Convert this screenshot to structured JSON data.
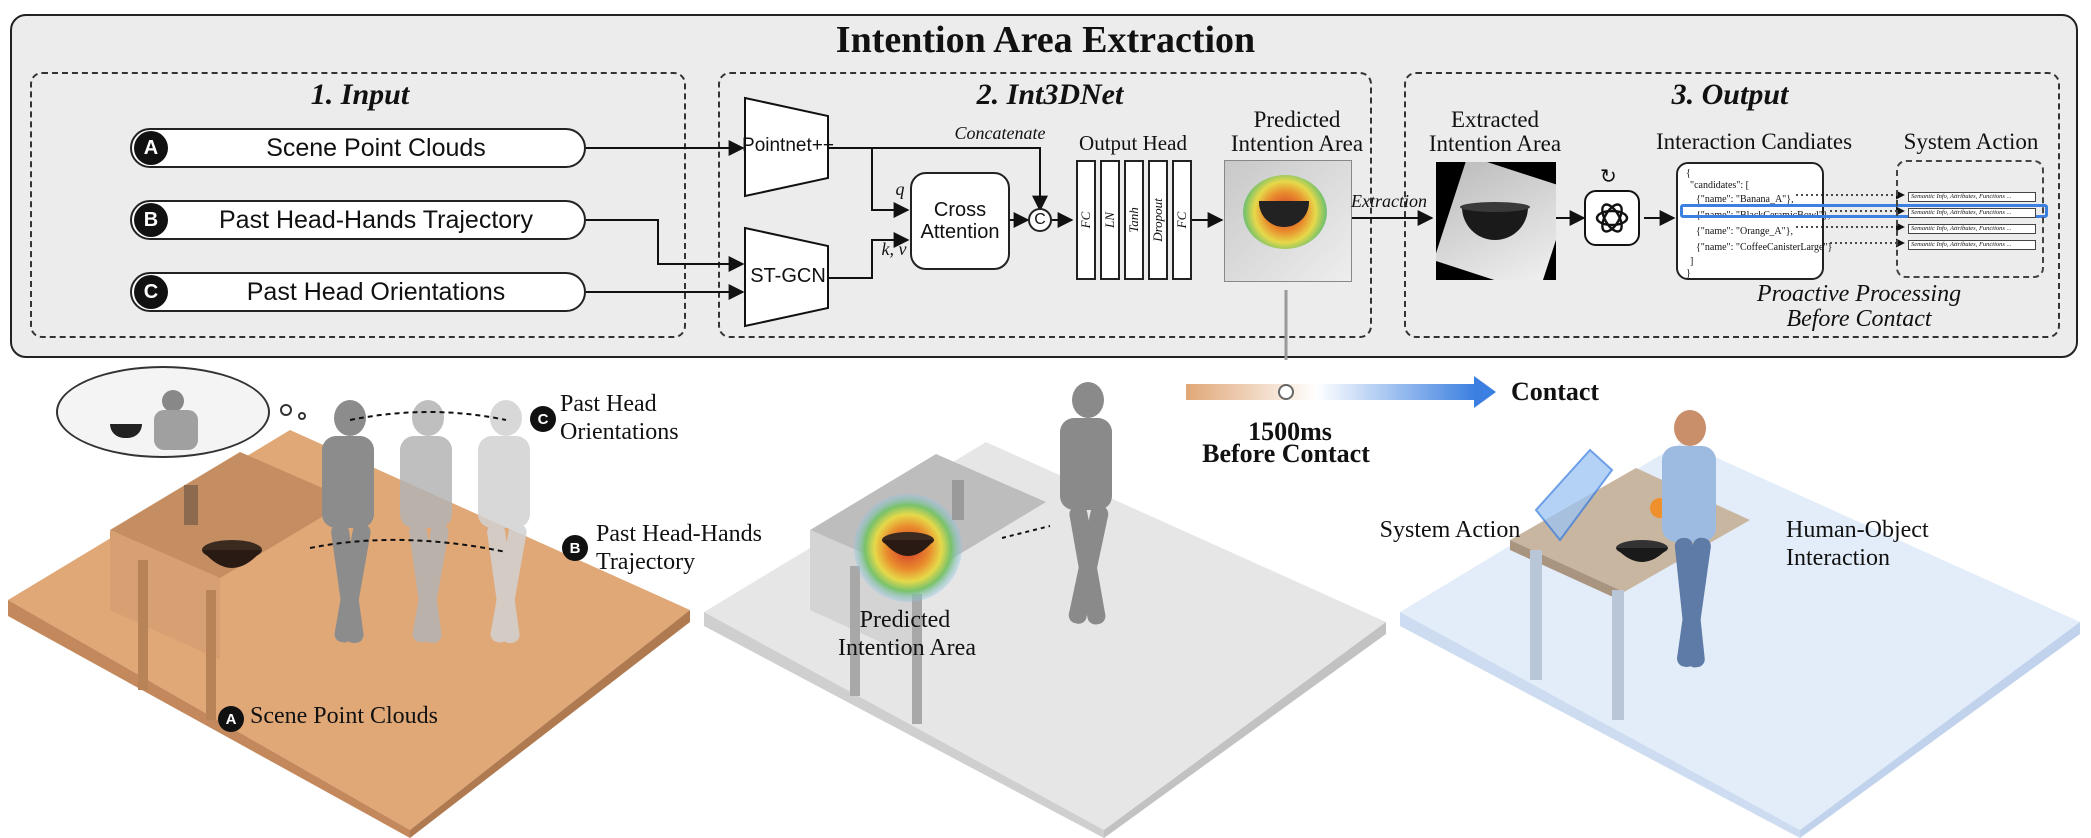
{
  "title": "Intention Area Extraction",
  "sections": {
    "input": "1. Input",
    "net": "2. Int3DNet",
    "output": "3. Output"
  },
  "inputs": [
    {
      "badge": "A",
      "label": "Scene Point Clouds"
    },
    {
      "badge": "B",
      "label": "Past Head-Hands Trajectory"
    },
    {
      "badge": "C",
      "label": "Past Head Orientations"
    }
  ],
  "net": {
    "pointnet": "Pointnet++",
    "stgcn": "ST-GCN",
    "cross_attention": "Cross Attention",
    "concat_symbol": "C",
    "concatenate": "Concatenate",
    "q": "q",
    "kv": "k, v",
    "output_head": "Output Head",
    "head_layers": [
      "FC",
      "LN",
      "Tanh",
      "Dropout",
      "FC"
    ],
    "predicted_area_title": "Predicted Intention Area"
  },
  "output": {
    "extraction": "Extraction",
    "extracted_title": "Extracted Intention Area",
    "candidates_title": "Interaction Candiates",
    "system_action_title": "System Action",
    "json_lines": [
      "{",
      "\"candidates\": [",
      "{\"name\": \"Banana_A\"},",
      "{\"name\": \"BlackCeramicBowl\"},",
      "{\"name\": \"Orange_A\"},",
      "{\"name\": \"CoffeeCanisterLarge\"}",
      "]",
      "}"
    ],
    "system_rows": [
      "Semantic Info, Attributes, Functions ...",
      "Semantic Info, Attributes, Functions ...",
      "Semantic Info, Attributes, Functions ...",
      "Semantic Info, Attributes, Functions ..."
    ],
    "proactive": "Proactive Processing Before Contact"
  },
  "timeline": {
    "time": "1500ms",
    "before": "Before Contact",
    "contact": "Contact"
  },
  "scene": {
    "badge_a": "A",
    "badge_b": "B",
    "badge_c": "C",
    "scene_point_clouds": "Scene Point Clouds",
    "head_hands_1": "Past Head-Hands",
    "head_hands_2": "Trajectory",
    "head_orient_1": "Past Head",
    "head_orient_2": "Orientations",
    "predicted_1": "Predicted",
    "predicted_2": "Intention Area",
    "system_action": "System Action",
    "hoi_1": "Human-Object",
    "hoi_2": "Interaction"
  },
  "colors": {
    "panel_bg": "#ececec",
    "highlight": "#3b7fe0",
    "sand": "#e0a777",
    "blue_floor": "#e3edf9"
  }
}
